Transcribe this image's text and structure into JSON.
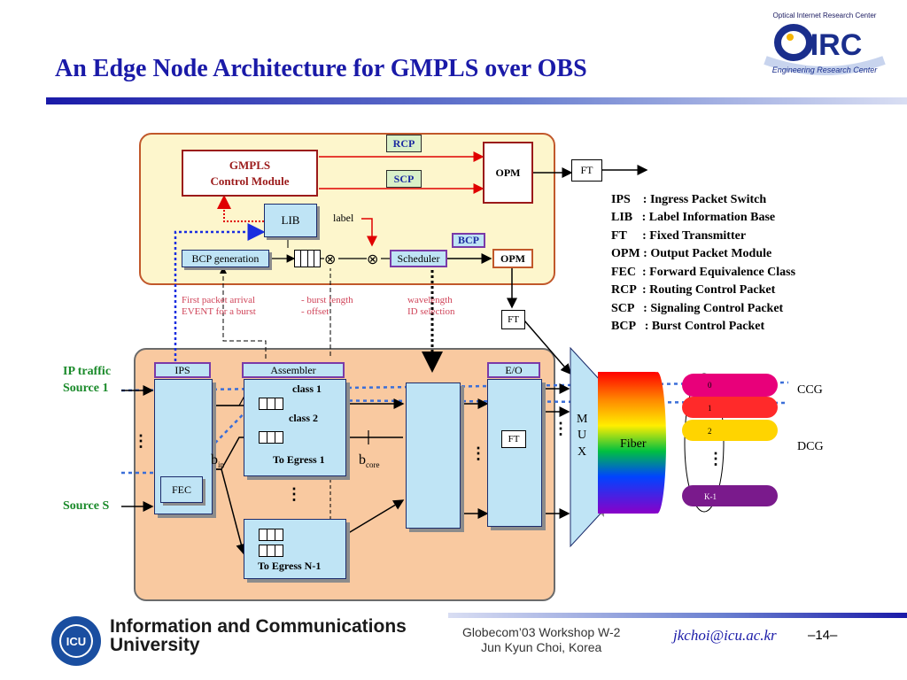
{
  "title": "An Edge Node Architecture for GMPLS over OBS",
  "logo": {
    "top_text": "Optical Internet Research Center",
    "name": "OIRC",
    "ribbon": "Engineering Research Center"
  },
  "control": {
    "gmpls_line1": "GMPLS",
    "gmpls_line2": "Control Module",
    "rcp": "RCP",
    "scp": "SCP",
    "opm_top": "OPM",
    "ft_top": "FT",
    "lib": "LIB",
    "label_text": "label",
    "bcp_generation": "BCP generation",
    "scheduler": "Scheduler",
    "bcp_tag": "BCP",
    "opm_bottom": "OPM",
    "ft_mid": "FT",
    "multiply_symbol": "⊗"
  },
  "annotations": {
    "first_packet": "First packet arrival\nEVENT for a burst",
    "burst": "- burst length\n- offset",
    "wavelength": "wavelength\nID selection"
  },
  "legend": [
    "IPS    : Ingress Packet Switch",
    "LIB   : Label Information Base",
    "FT     : Fixed Transmitter",
    "OPM : Output Packet Module",
    "FEC  : Forward Equivalence Class",
    "RCP  : Routing Control Packet",
    "SCP   : Signaling Control Packet",
    "BCP   : Burst Control Packet"
  ],
  "data_plane": {
    "ip_traffic": "IP traffic",
    "source1": "Source 1",
    "source_s": "Source S",
    "ips": "IPS",
    "fec": "FEC",
    "assembler": "Assembler",
    "class1": "class 1",
    "class2": "class 2",
    "to_egress1": "To Egress 1",
    "to_egress_n1": "To Egress N-1",
    "b_in": "b",
    "b_in_sub": "in",
    "b_core": "b",
    "b_core_sub": "core",
    "eo": "E/O",
    "ft_inner": "FT",
    "mux_m": "M",
    "mux_u": "U",
    "mux_x": "X",
    "fiber": "Fiber",
    "ccg": "CCG",
    "dcg": "DCG",
    "channels": [
      "0",
      "1",
      "2",
      "K-1"
    ],
    "dots_v": "⋮"
  },
  "footer": {
    "university": "Information and Communications\nUniversity",
    "icu": "ICU",
    "conference": "Globecom’03 Workshop W-2\nJun Kyun Choi, Korea",
    "email": "jkchoi@icu.ac.kr",
    "page": "–14–"
  },
  "colors": {
    "title": "#1a1aa8",
    "control_panel_bg": "#fdf6cc",
    "control_panel_border": "#c1582b",
    "data_panel_bg": "#f9c9a0",
    "box_blue": "#bfe4f5",
    "annotation": "#d0455a",
    "ccg_channel": "#e8007a",
    "channel_1": "#ff2a2a",
    "channel_2": "#ffd400",
    "channel_k1": "#7a1a8c"
  }
}
